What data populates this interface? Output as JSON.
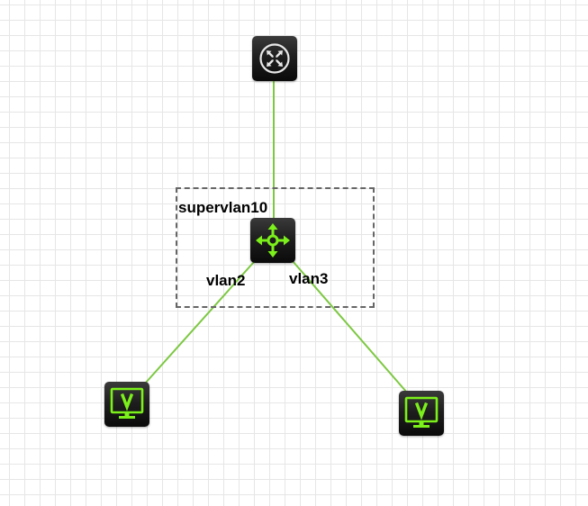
{
  "topology": {
    "group": {
      "label": "supervlan10"
    },
    "links": [
      {
        "from": "router",
        "to": "switch"
      },
      {
        "from": "switch",
        "to": "pc-left",
        "label": "vlan2"
      },
      {
        "from": "switch",
        "to": "pc-right",
        "label": "vlan3"
      }
    ],
    "nodes": {
      "router": {
        "icon": "router-icon"
      },
      "switch": {
        "icon": "l3-switch-icon"
      },
      "pc_left": {
        "icon": "vpc-icon"
      },
      "pc_right": {
        "icon": "vpc-icon"
      }
    }
  },
  "colors": {
    "link": "#7dc842",
    "accent_green": "#7bf01a",
    "node_bg": "#1a1a1a",
    "group_border": "#666666"
  }
}
